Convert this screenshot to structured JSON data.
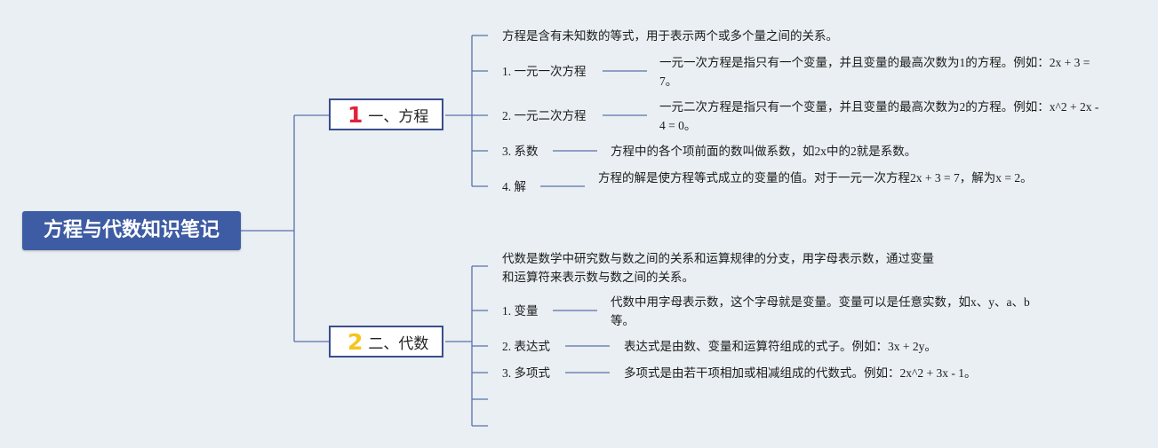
{
  "title": "方程与代数知识笔记",
  "colors": {
    "background": "#e9eff2",
    "root_fill": "#3e5ca3",
    "branch_border": "#3b4d8c",
    "connector": "#5b6fae",
    "num1": "#e0233b",
    "num2": "#f5c51b"
  },
  "branches": [
    {
      "num": "1",
      "label": "一、方程",
      "intro": "方程是含有未知数的等式，用于表示两个或多个量之间的关系。",
      "items": [
        {
          "label": "1. 一元一次方程",
          "text": "一元一次方程是指只有一个变量，并且变量的最高次数为1的方程。例如：2x + 3 = 7。"
        },
        {
          "label": "2. 一元二次方程",
          "text": "一元二次方程是指只有一个变量，并且变量的最高次数为2的方程。例如：x^2 + 2x - 4 = 0。"
        },
        {
          "label": "3. 系数",
          "text": "方程中的各个项前面的数叫做系数，如2x中的2就是系数。"
        },
        {
          "label": "4. 解",
          "text": "方程的解是使方程等式成立的变量的值。对于一元一次方程2x + 3 = 7，解为x = 2。"
        }
      ]
    },
    {
      "num": "2",
      "label": "二、代数",
      "intro": "代数是数学中研究数与数之间的关系和运算规律的分支，用字母表示数，通过变量和运算符来表示数与数之间的关系。",
      "items": [
        {
          "label": "1. 变量",
          "text": "代数中用字母表示数，这个字母就是变量。变量可以是任意实数，如x、y、a、b等。"
        },
        {
          "label": "2. 表达式",
          "text": "表达式是由数、变量和运算符组成的式子。例如：3x + 2y。"
        },
        {
          "label": "3. 多项式",
          "text": "多项式是由若干项相加或相减组成的代数式。例如：2x^2 + 3x - 1。"
        }
      ]
    }
  ]
}
